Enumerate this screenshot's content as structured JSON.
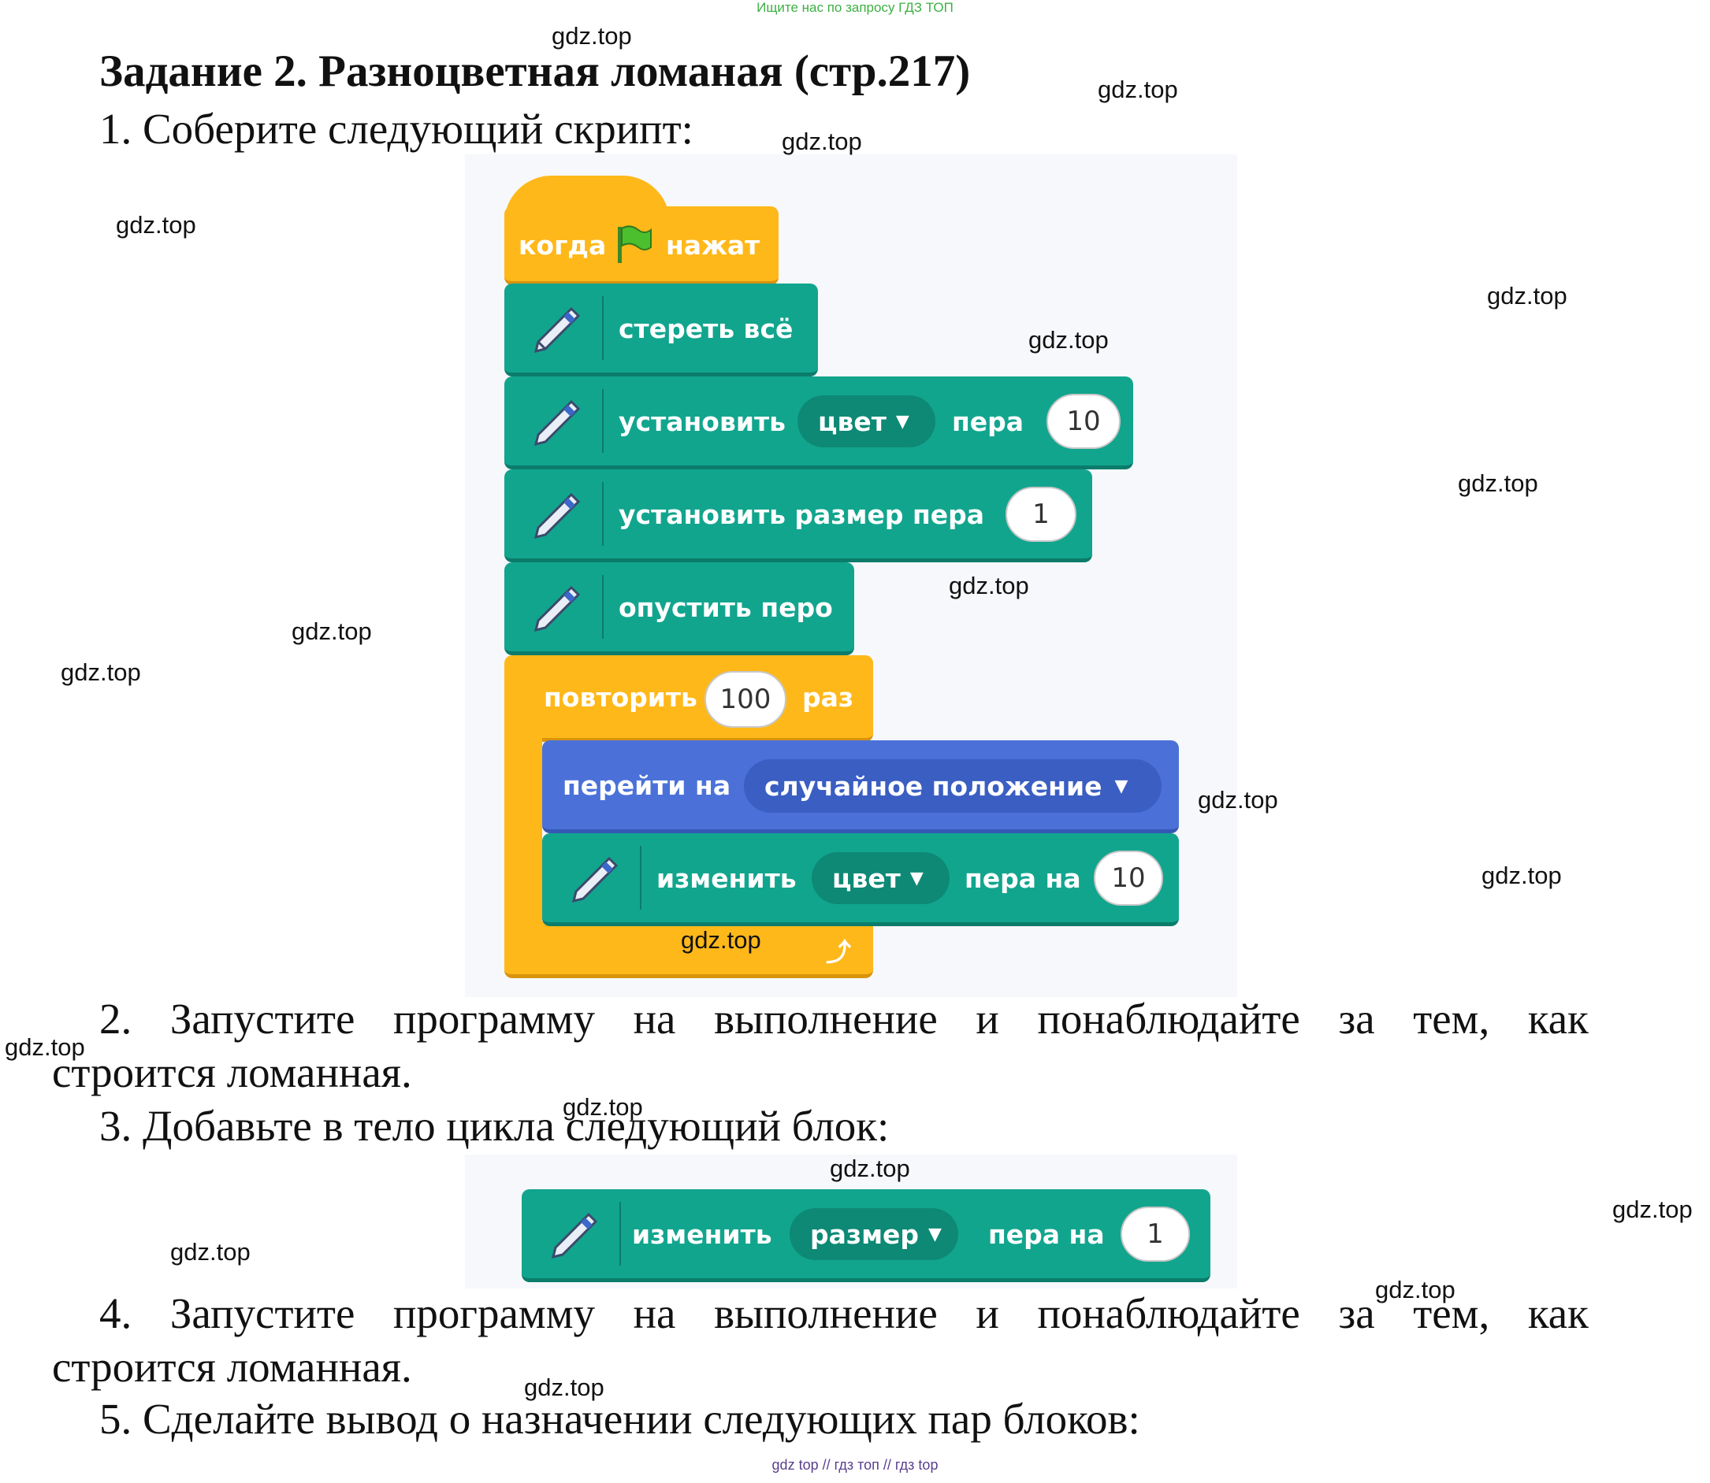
{
  "banner": "Ищите нас по запросу ГДЗ ТОП",
  "title": "Задание 2. Разноцветная ломаная (стр.217)",
  "steps": {
    "s1": "1.   Соберите следующий скрипт:",
    "s2_words": [
      "2.",
      "Запустите",
      "программу",
      "на",
      "выполнение",
      "и",
      "понаблюдайте",
      "за",
      "тем,",
      "как"
    ],
    "s2_cont": "строится ломанная.",
    "s3": "3.   Добавьте в тело цикла следующий блок:",
    "s4_words": [
      "4.",
      "Запустите",
      "программу",
      "на",
      "выполнение",
      "и",
      "понаблюдайте",
      "за",
      "тем,",
      "как"
    ],
    "s4_cont": "строится ломанная.",
    "s5": "5.   Сделайте вывод о назначении следующих пар блоков:"
  },
  "script": {
    "when_flag": {
      "left": "когда",
      "right": "нажат",
      "icon": "green-flag-icon"
    },
    "clear": "стереть всё",
    "set_color": {
      "label": "установить",
      "dropdown": "цвет",
      "label2": "пера",
      "value": "10"
    },
    "set_size": {
      "label": "установить размер пера",
      "value": "1"
    },
    "pen_down": "опустить перо",
    "repeat": {
      "label": "повторить",
      "value": "100",
      "label2": "раз"
    },
    "goto": {
      "label": "перейти на",
      "dropdown": "случайное положение"
    },
    "change_color": {
      "label": "изменить",
      "dropdown": "цвет",
      "label2": "пера на",
      "value": "10"
    }
  },
  "extra_block": {
    "label": "изменить",
    "dropdown": "размер",
    "label2": "пера на",
    "value": "1"
  },
  "watermark": "gdz.top",
  "bottom": "gdz top  //  гдз топ  //  гдз top",
  "colors": {
    "pen": "#12a58e",
    "events": "#ffb81a",
    "motion": "#4b71d9"
  }
}
